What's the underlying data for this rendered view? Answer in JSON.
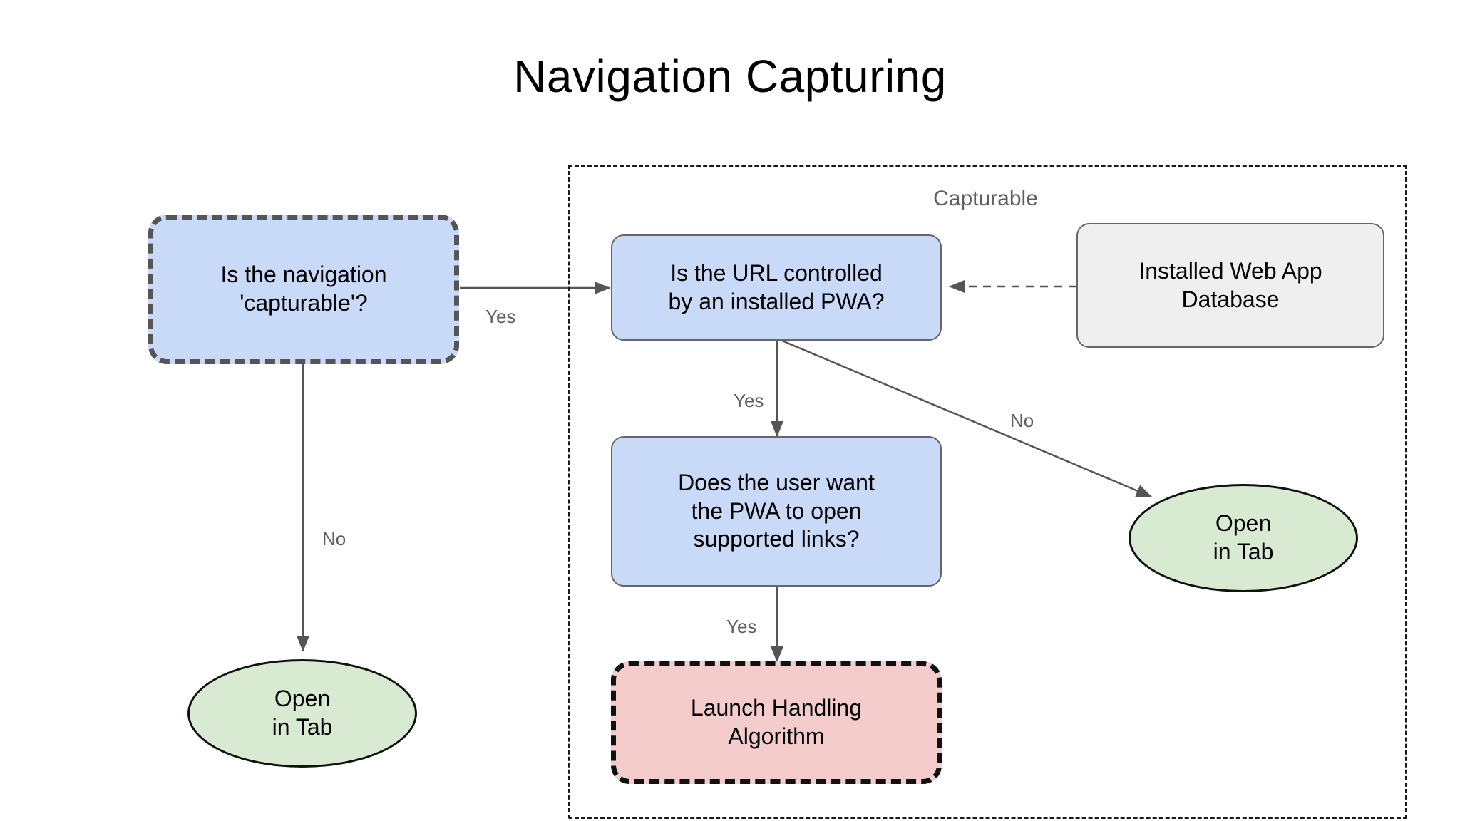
{
  "title": "Navigation Capturing",
  "group": {
    "label": "Capturable"
  },
  "nodes": {
    "is_capturable": {
      "text": "Is the navigation\n'capturable'?",
      "shape": "rounded-rect-dashed",
      "fill": "#c9daf8",
      "stroke": "#555555"
    },
    "url_controlled": {
      "text": "Is the URL controlled\nby an installed PWA?",
      "shape": "rounded-rect",
      "fill": "#c9daf8",
      "stroke": "#666666"
    },
    "web_app_db": {
      "text": "Installed Web App\nDatabase",
      "shape": "rounded-rect",
      "fill": "#efefef",
      "stroke": "#666666"
    },
    "user_wants": {
      "text": "Does the user want\nthe PWA to open\nsupported links?",
      "shape": "rounded-rect",
      "fill": "#c9daf8",
      "stroke": "#666666"
    },
    "launch_handling": {
      "text": "Launch Handling\nAlgorithm",
      "shape": "rounded-rect-dashed",
      "fill": "#f4cccc",
      "stroke": "#111111"
    },
    "open_in_tab_left": {
      "text": "Open\nin Tab",
      "shape": "ellipse",
      "fill": "#d9ead3",
      "stroke": "#111111"
    },
    "open_in_tab_right": {
      "text": "Open\nin Tab",
      "shape": "ellipse",
      "fill": "#d9ead3",
      "stroke": "#111111"
    }
  },
  "edges": {
    "capturable_yes": "Yes",
    "capturable_no": "No",
    "url_yes": "Yes",
    "url_no": "No",
    "user_yes": "Yes"
  },
  "colors": {
    "background": "#ffffff",
    "edge_stroke": "#555555",
    "text": "#000000",
    "muted_text": "#5f5f5f"
  }
}
